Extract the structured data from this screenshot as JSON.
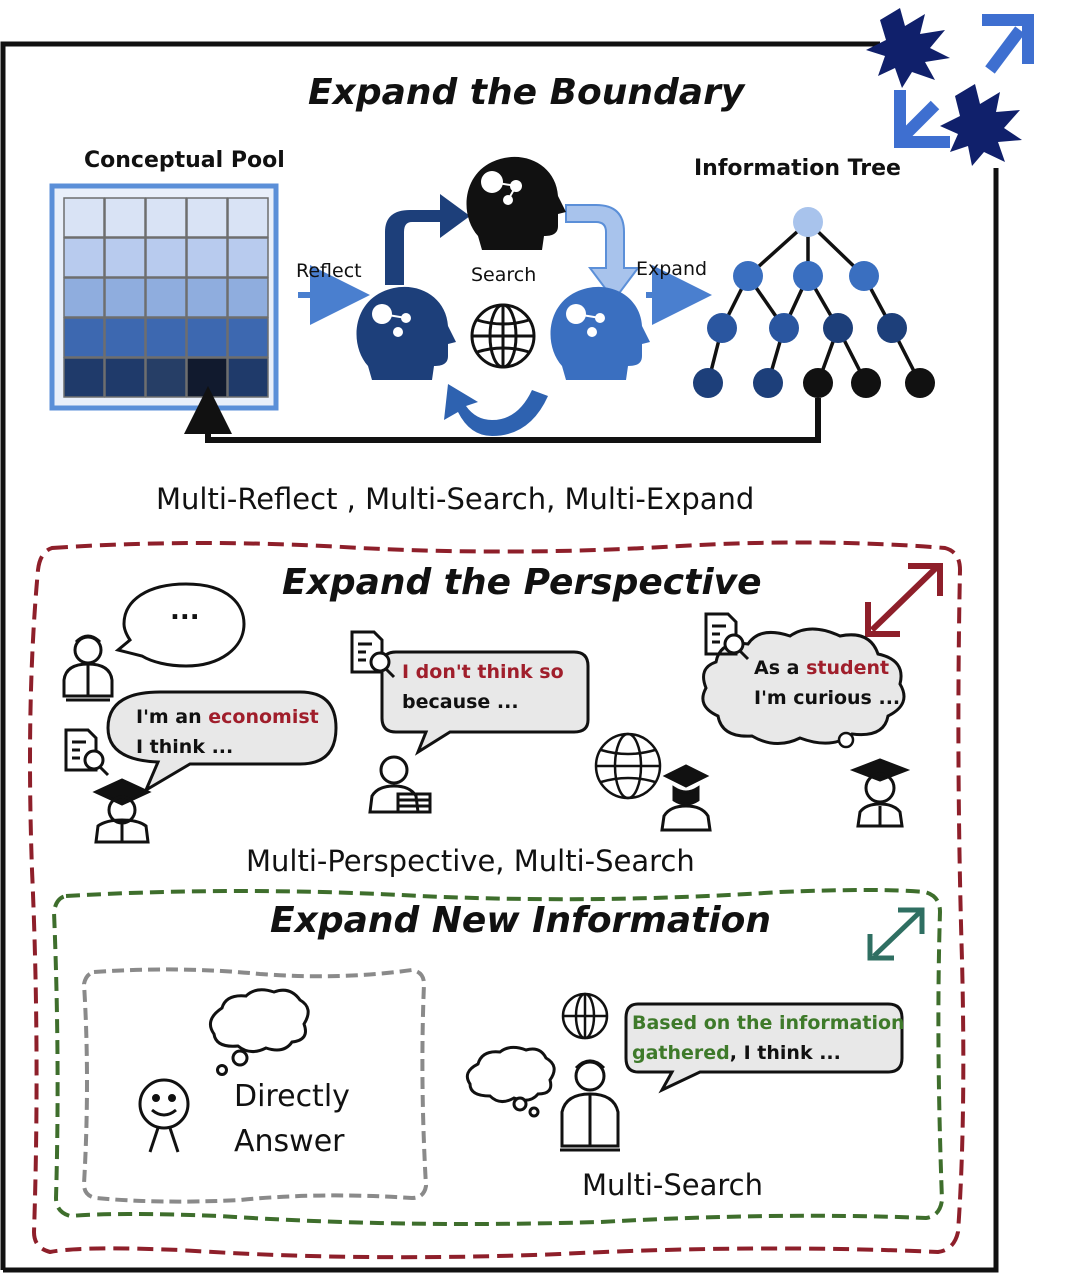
{
  "boundary": {
    "title": "Expand the Boundary",
    "conceptual_pool_label": "Conceptual Pool",
    "information_tree_label": "Information Tree",
    "reflect_label": "Reflect",
    "search_label": "Search",
    "expand_label": "Expand",
    "caption": "Multi-Reflect , Multi-Search, Multi-Expand"
  },
  "perspective": {
    "title": "Expand the Perspective",
    "ellipsis": "...",
    "economist_bubble": {
      "pre": "I'm an ",
      "highlight": "economist",
      "line2": "I think ..."
    },
    "disagree_bubble": {
      "highlight": "I don't think so",
      "line2": "because ..."
    },
    "student_bubble": {
      "pre": "As a ",
      "highlight": "student",
      "line2": "I'm curious ..."
    },
    "caption": "Multi-Perspective, Multi-Search"
  },
  "new_info": {
    "title": "Expand New Information",
    "direct_line1": "Directly",
    "direct_line2": "Answer",
    "info_bubble": {
      "highlight1": "Based on the information",
      "highlight2": "gathered",
      "rest": ", I think ..."
    },
    "caption": "Multi-Search"
  },
  "colors": {
    "frame": "#111111",
    "perspective_border": "#8e1f2a",
    "new_info_border": "#3e6e2c",
    "direct_border": "#8a8a8a",
    "blue_dark": "#1d3f7a",
    "blue_mid": "#2e62b0",
    "blue_light": "#5b8fd8",
    "highlight_red": "#a01e2b",
    "highlight_green": "#3e7a2a",
    "teal_arrow": "#2f6f62"
  }
}
